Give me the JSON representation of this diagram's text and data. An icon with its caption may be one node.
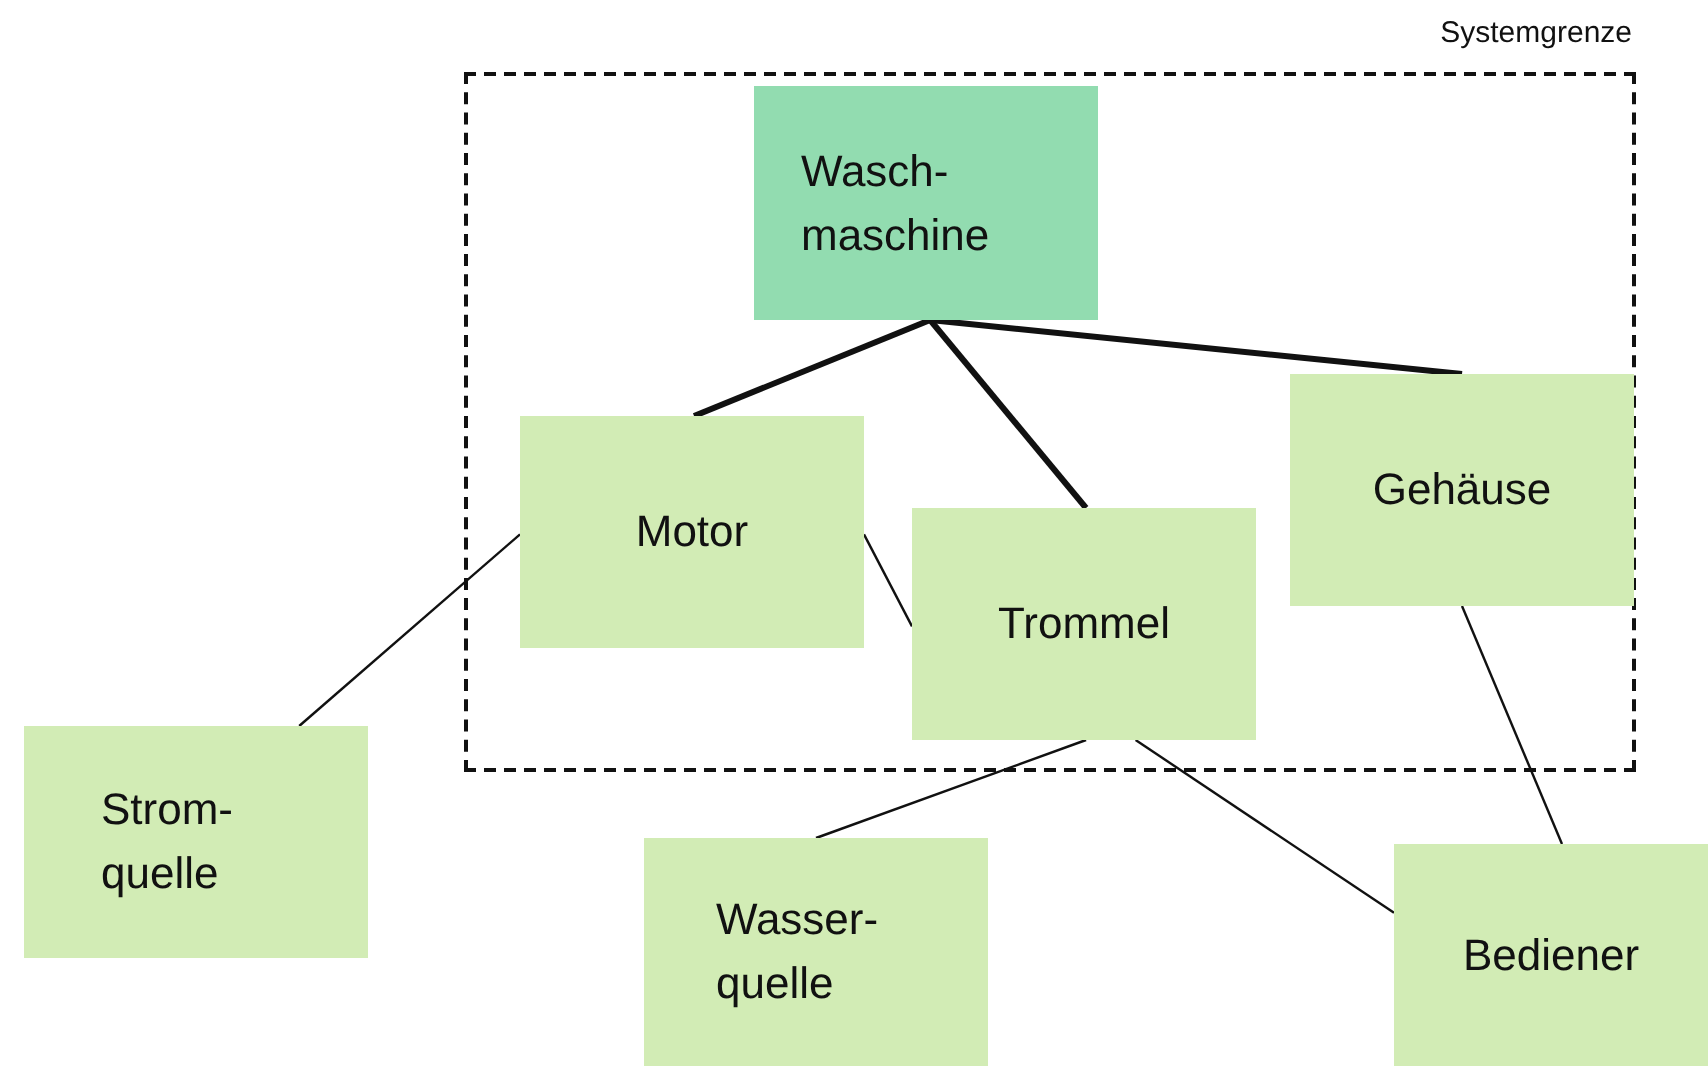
{
  "diagram": {
    "nodes": [
      {
        "text": [
          "Systemgrenze"
        ]
      },
      {
        "text": [
          "Wasch- maschine"
        ],
        "in": 0
      },
      {
        "text": [
          "Motor"
        ],
        "in": 0
      },
      {
        "text": [
          "Trommel"
        ],
        "in": 0
      },
      {
        "text": [
          "Gehäuse"
        ],
        "in": 0
      },
      {
        "text": [
          "Strom- quelle"
        ]
      },
      {
        "text": [
          "Wasser- quelle"
        ]
      },
      {
        "text": [
          "Bediener"
        ]
      }
    ],
    "edges": [
      {
        "from": 1,
        "to": 2,
        "arrow": "none",
        "style": "thick"
      },
      {
        "from": 1,
        "to": 3,
        "arrow": "none",
        "style": "thick"
      },
      {
        "from": 1,
        "to": 4,
        "arrow": "none",
        "style": "thick"
      },
      {
        "from": 2,
        "to": 3,
        "arrow": "none"
      },
      {
        "from": 2,
        "to": 5,
        "arrow": "none"
      },
      {
        "from": 3,
        "to": 6,
        "arrow": "none"
      },
      {
        "from": 3,
        "to": 7,
        "arrow": "none"
      },
      {
        "from": 4,
        "to": 7,
        "arrow": "none"
      }
    ]
  }
}
